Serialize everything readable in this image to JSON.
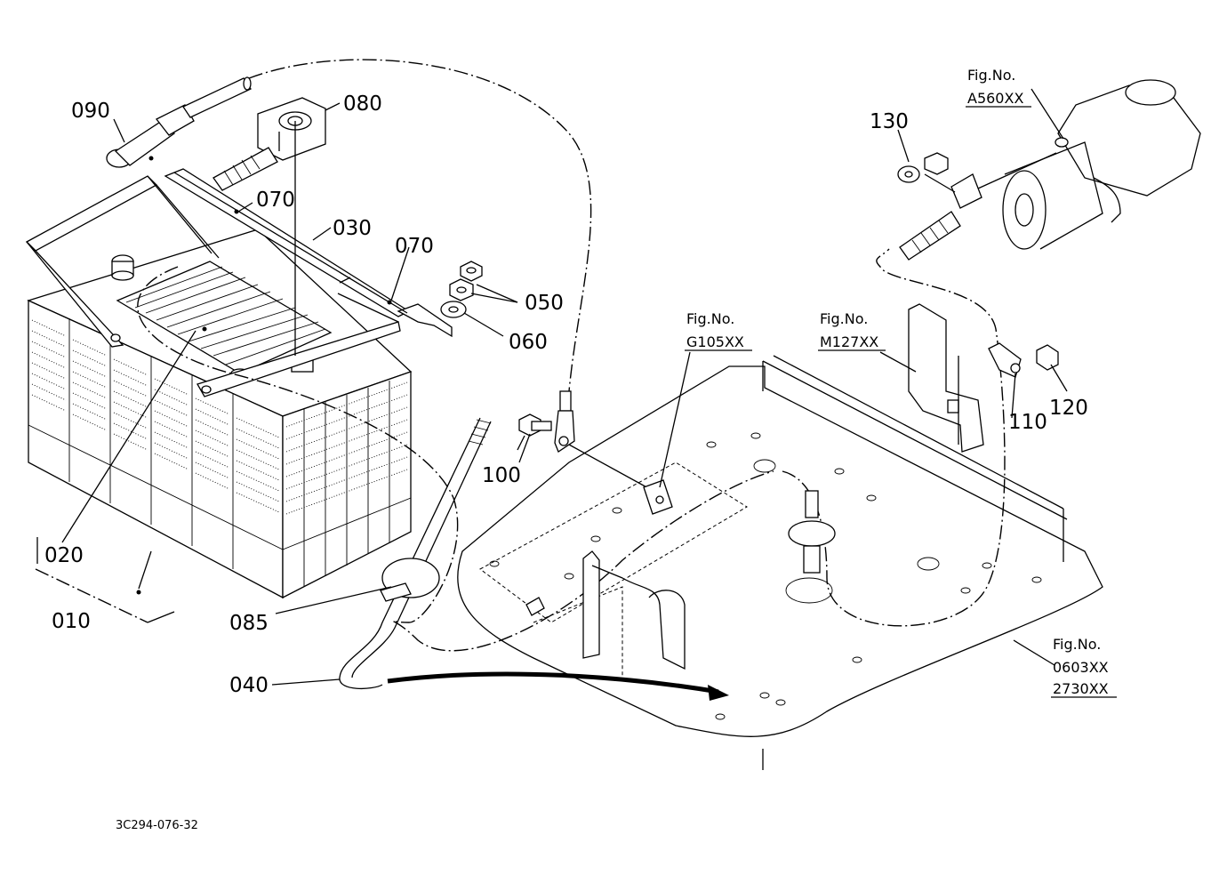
{
  "drawing_code": "3C294-076-32",
  "part_labels": {
    "p090": "090",
    "p080": "080",
    "p070a": "070",
    "p030": "030",
    "p070b": "070",
    "p050": "050",
    "p060": "060",
    "p130": "130",
    "p100": "100",
    "p110": "110",
    "p120": "120",
    "p020": "020",
    "p010": "010",
    "p085": "085",
    "p040": "040"
  },
  "figure_refs": {
    "a560": {
      "title": "Fig.No.",
      "code": "A560XX"
    },
    "g105": {
      "title": "Fig.No.",
      "code": "G105XX"
    },
    "m127": {
      "title": "Fig.No.",
      "code": "M127XX"
    },
    "f0603": {
      "title": "Fig.No.",
      "code": "0603XX",
      "code2": "2730XX"
    }
  }
}
